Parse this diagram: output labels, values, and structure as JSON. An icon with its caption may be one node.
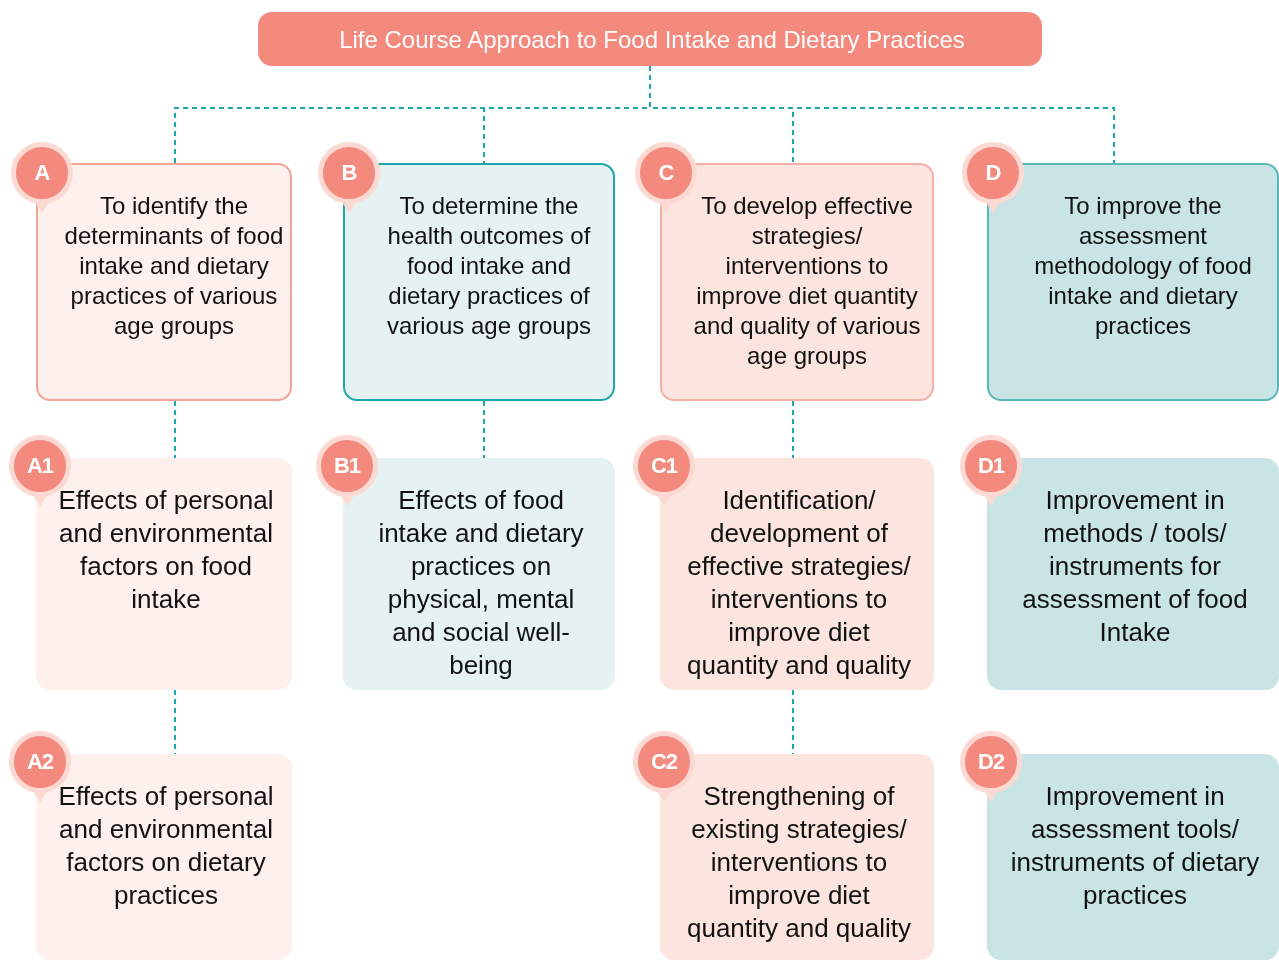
{
  "diagram": {
    "nodes": [
      {
        "text": [
          "Life Course Approach to Food Intake and Dietary Practices"
        ]
      },
      {
        "text": [
          "A",
          "To identify the determinants of food intake and dietary practices of various  age groups"
        ]
      },
      {
        "text": [
          "B",
          "To determine the health outcomes of food intake and dietary practices of various age groups"
        ]
      },
      {
        "text": [
          "C",
          "To develop effective strategies/ interventions to improve diet quantity and quality of various age groups"
        ]
      },
      {
        "text": [
          "D",
          "To improve the assessment methodology  of food intake and dietary practices"
        ]
      },
      {
        "text": [
          "A1",
          "Effects of personal and environmental factors on food intake"
        ]
      },
      {
        "text": [
          "B1",
          "Effects of food intake and dietary practices on physical, mental and social well-being"
        ]
      },
      {
        "text": [
          "C1",
          "Identification/ development of effective strategies/ interventions to improve diet quantity and quality"
        ]
      },
      {
        "text": [
          "D1",
          "Improvement in methods / tools/ instruments for assessment of food Intake"
        ]
      },
      {
        "text": [
          "A2",
          "Effects of personal and environmental factors on dietary practices"
        ]
      },
      {
        "text": [
          "C2",
          "Strengthening of existing strategies/ interventions to improve diet quantity and quality"
        ]
      },
      {
        "text": [
          "D2",
          "Improvement in assessment tools/ instruments of dietary practices"
        ]
      }
    ],
    "edges": [
      {
        "from": 0,
        "to": 1,
        "arrow": "none",
        "style": "dashed"
      },
      {
        "from": 0,
        "to": 2,
        "arrow": "none",
        "style": "dashed"
      },
      {
        "from": 0,
        "to": 3,
        "arrow": "none",
        "style": "dashed"
      },
      {
        "from": 0,
        "to": 4,
        "arrow": "none",
        "style": "dashed"
      },
      {
        "from": 1,
        "to": 5,
        "arrow": "none",
        "style": "dashed"
      },
      {
        "from": 5,
        "to": 9,
        "arrow": "none",
        "style": "dashed"
      },
      {
        "from": 2,
        "to": 6,
        "arrow": "none",
        "style": "dashed"
      },
      {
        "from": 3,
        "to": 7,
        "arrow": "none",
        "style": "dashed"
      },
      {
        "from": 7,
        "to": 10,
        "arrow": "none",
        "style": "dashed"
      }
    ]
  }
}
